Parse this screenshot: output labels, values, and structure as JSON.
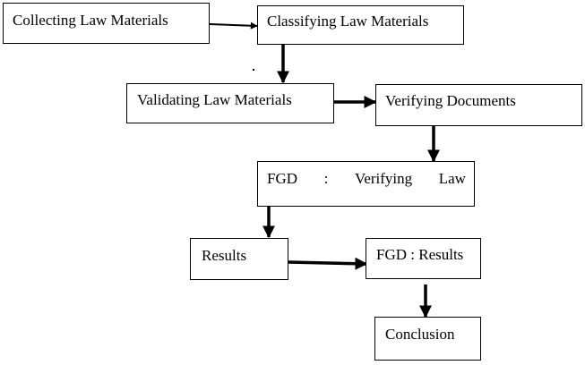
{
  "diagram": {
    "nodes": {
      "collecting": "Collecting Law Materials",
      "classifying": "Classifying Law Materials",
      "validating": "Validating Law Materials",
      "verifying_docs": "Verifying Documents",
      "fgd_verifying": {
        "part1": "FGD",
        "part2": ":",
        "part3": "Verifying",
        "part4": "Law"
      },
      "results": "Results",
      "fgd_results": "FGD : Results",
      "conclusion": "Conclusion"
    },
    "edges": [
      [
        "collecting",
        "classifying"
      ],
      [
        "classifying",
        "validating"
      ],
      [
        "validating",
        "verifying_docs"
      ],
      [
        "verifying_docs",
        "fgd_verifying"
      ],
      [
        "fgd_verifying",
        "results"
      ],
      [
        "results",
        "fgd_results"
      ],
      [
        "fgd_results",
        "conclusion"
      ]
    ],
    "colors": {
      "line": "#000000",
      "box_fill": "#ffffff"
    }
  }
}
